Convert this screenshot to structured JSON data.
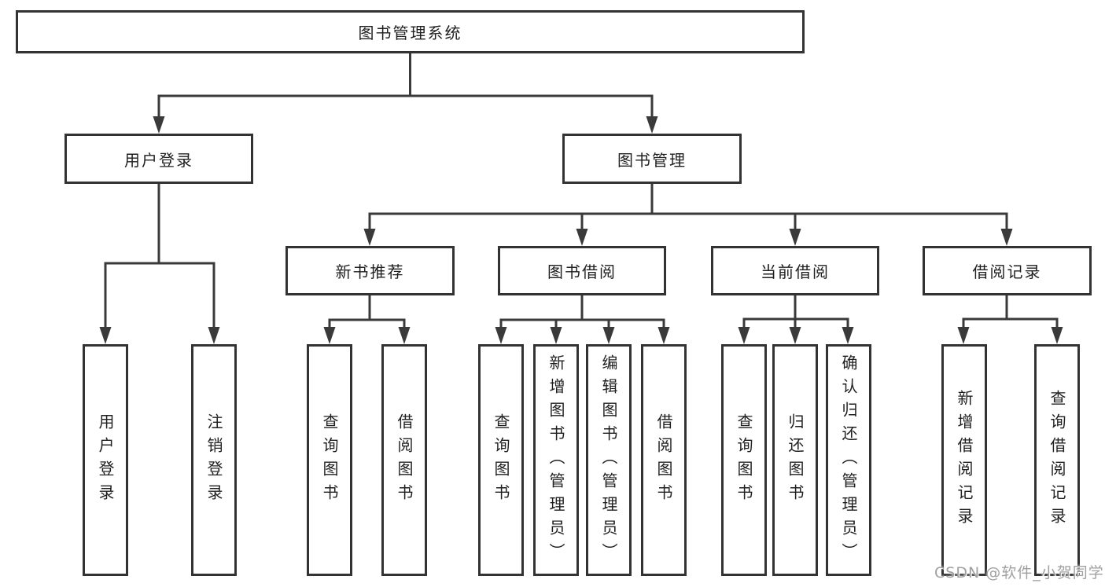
{
  "tree": {
    "root": {
      "label": "图书管理系统",
      "children": [
        {
          "label": "用户登录",
          "children": [
            {
              "label": "用户登录"
            },
            {
              "label": "注销登录"
            }
          ]
        },
        {
          "label": "图书管理",
          "children": [
            {
              "label": "新书推荐",
              "children": [
                {
                  "label": "查询图书"
                },
                {
                  "label": "借阅图书"
                }
              ]
            },
            {
              "label": "图书借阅",
              "children": [
                {
                  "label": "查询图书"
                },
                {
                  "label": "新增图书（管理员）"
                },
                {
                  "label": "编辑图书（管理员）"
                },
                {
                  "label": "借阅图书"
                }
              ]
            },
            {
              "label": "当前借阅",
              "children": [
                {
                  "label": "查询图书"
                },
                {
                  "label": "归还图书"
                },
                {
                  "label": "确认归还（管理员）"
                }
              ]
            },
            {
              "label": "借阅记录",
              "children": [
                {
                  "label": "新增借阅记录"
                },
                {
                  "label": "查询借阅记录"
                }
              ]
            }
          ]
        }
      ]
    }
  },
  "style": {
    "line_color": "#3a3a3a",
    "border_color": "#333333",
    "background_color": "#ffffff",
    "watermark_color": "#a0a0a0"
  },
  "watermark": {
    "text": "CSDN @软件_小贺同学"
  }
}
